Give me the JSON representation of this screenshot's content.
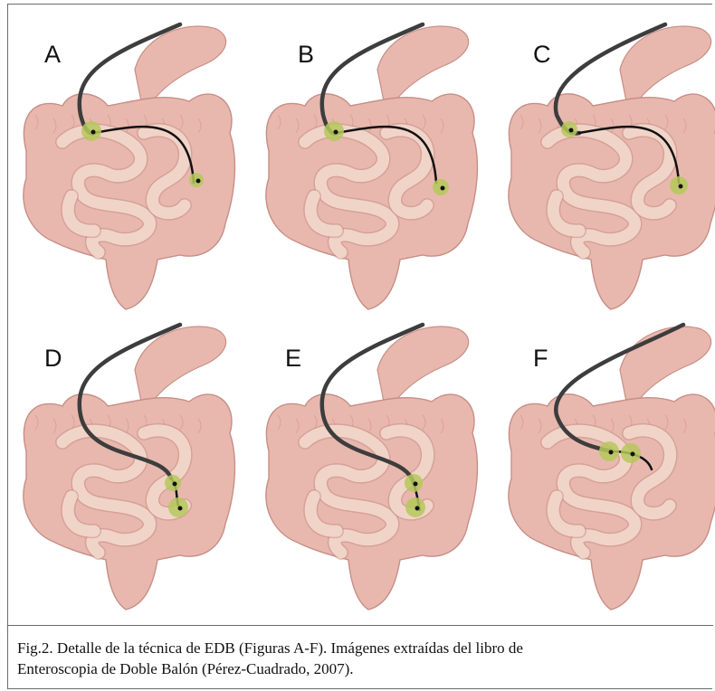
{
  "panels": [
    {
      "label": "A"
    },
    {
      "label": "B"
    },
    {
      "label": "C"
    },
    {
      "label": "D"
    },
    {
      "label": "E"
    },
    {
      "label": "F"
    }
  ],
  "caption": {
    "line1": "Fig.2. Detalle de la técnica de EDB (Figuras A-F). Imágenes extraídas del libro de",
    "line2": "Enteroscopia de Doble Balón (Pérez-Cuadrado, 2007)."
  },
  "colors": {
    "intestine": "#e8b8ae",
    "intestine_dark": "#c78e86",
    "small_bowel": "#f1d4c8",
    "overtube": "#3d3d3d",
    "balloon": "#b5c85a"
  }
}
